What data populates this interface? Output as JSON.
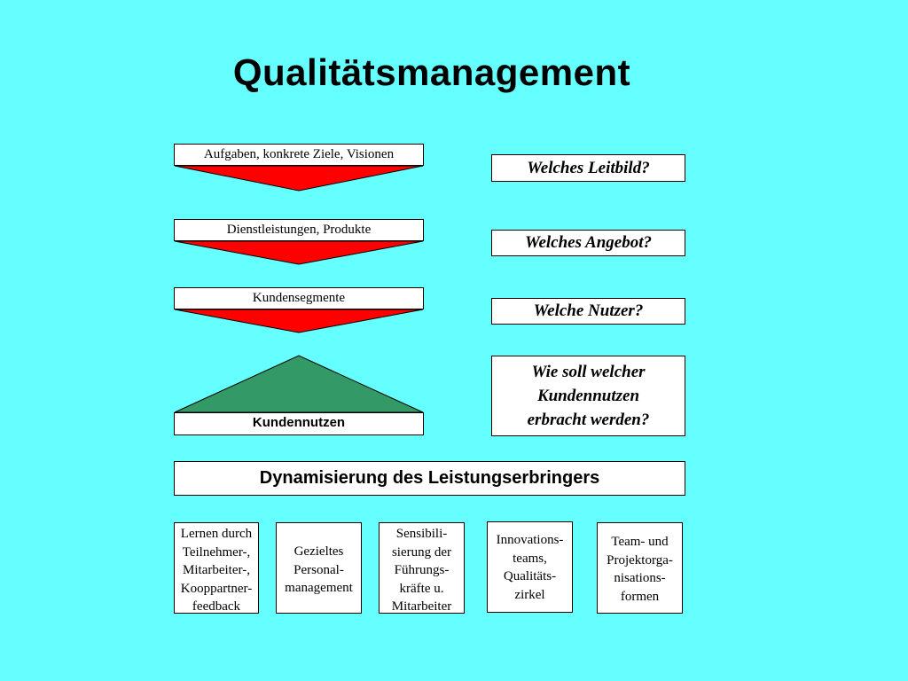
{
  "title": "Qualitätsmanagement",
  "colors": {
    "background": "#66ffff",
    "arrow_red": "#ff0000",
    "triangle_green": "#339966"
  },
  "left_steps": [
    {
      "label": "Aufgaben, konkrete Ziele, Visionen"
    },
    {
      "label": "Dienstleistungen, Produkte"
    },
    {
      "label": "Kundensegmente"
    }
  ],
  "kundennutzen_label": "Kundennutzen",
  "questions": [
    {
      "lines": [
        "Welches Leitbild?"
      ]
    },
    {
      "lines": [
        "Welches Angebot?"
      ]
    },
    {
      "lines": [
        "Welche Nutzer?"
      ]
    },
    {
      "lines": [
        "Wie soll welcher",
        "Kundennutzen",
        "erbracht werden?"
      ]
    }
  ],
  "dynamisierung_label": "Dynamisierung des Leistungserbringers",
  "measures": [
    {
      "lines": [
        "Lernen durch",
        "Teilnehmer-,",
        "Mitarbeiter-,",
        "Kooppartner-",
        "feedback"
      ]
    },
    {
      "lines": [
        "Gezieltes",
        "Personal-",
        "management"
      ]
    },
    {
      "lines": [
        "Sensibili-",
        "sierung der",
        "Führungs-",
        "kräfte u.",
        "Mitarbeiter"
      ]
    },
    {
      "lines": [
        "Innovations-",
        "teams,",
        "Qualitäts-",
        "zirkel"
      ]
    },
    {
      "lines": [
        "Team- und",
        "Projektorga-",
        "nisations-",
        "formen"
      ]
    }
  ]
}
